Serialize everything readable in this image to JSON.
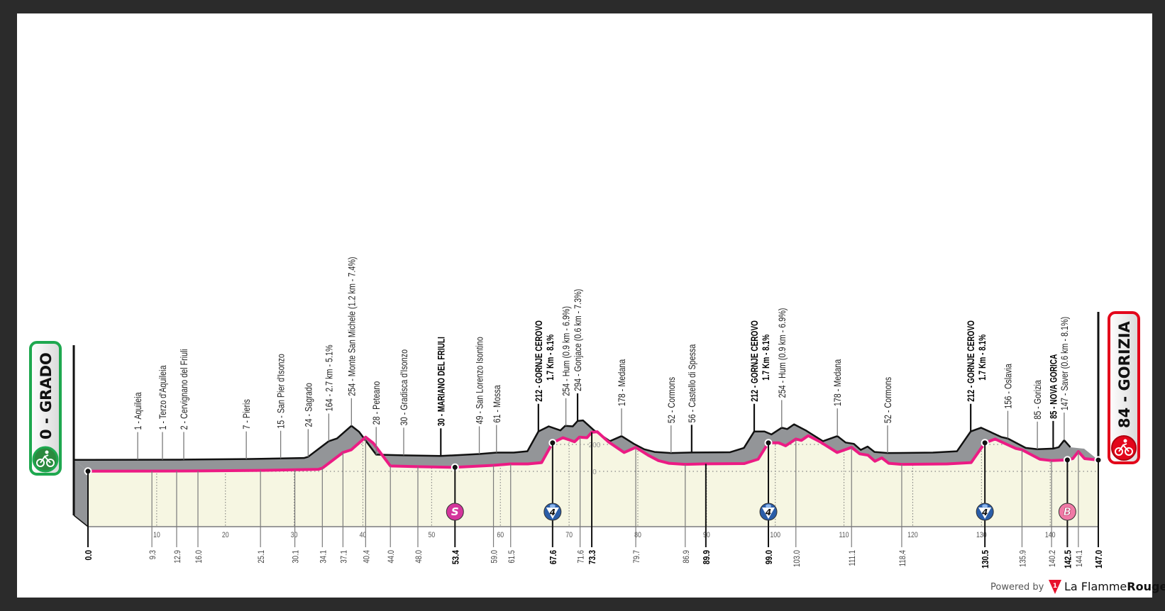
{
  "chart_data": {
    "type": "area",
    "x_unit": "km",
    "y_unit": "m",
    "xlim": [
      0,
      147
    ],
    "x_ticks": [
      10,
      20,
      30,
      40,
      50,
      60,
      70,
      80,
      90,
      100,
      110,
      120,
      130,
      140
    ],
    "y_ticks": [
      0,
      200
    ],
    "profile": [
      [
        0,
        1
      ],
      [
        9.3,
        2
      ],
      [
        16,
        3
      ],
      [
        25.1,
        7
      ],
      [
        30.1,
        12
      ],
      [
        33.5,
        15
      ],
      [
        34.1,
        24
      ],
      [
        37.1,
        140
      ],
      [
        38.3,
        160
      ],
      [
        40.4,
        254
      ],
      [
        41.5,
        210
      ],
      [
        44,
        40
      ],
      [
        48,
        35
      ],
      [
        53.4,
        30
      ],
      [
        59,
        45
      ],
      [
        61.5,
        55
      ],
      [
        64,
        55
      ],
      [
        66,
        65
      ],
      [
        67.6,
        212
      ],
      [
        69.1,
        250
      ],
      [
        70.8,
        220
      ],
      [
        71.5,
        254
      ],
      [
        72.6,
        250
      ],
      [
        73.3,
        290
      ],
      [
        74.1,
        294
      ],
      [
        75.7,
        220
      ],
      [
        78,
        140
      ],
      [
        79.7,
        178
      ],
      [
        81.5,
        120
      ],
      [
        83,
        80
      ],
      [
        84.5,
        60
      ],
      [
        86.9,
        52
      ],
      [
        89.9,
        56
      ],
      [
        95.5,
        58
      ],
      [
        97.5,
        90
      ],
      [
        99,
        212
      ],
      [
        100.5,
        212
      ],
      [
        101.5,
        190
      ],
      [
        103,
        240
      ],
      [
        103.8,
        230
      ],
      [
        104.8,
        265
      ],
      [
        106.5,
        220
      ],
      [
        109,
        140
      ],
      [
        111.1,
        178
      ],
      [
        112.3,
        130
      ],
      [
        113.5,
        120
      ],
      [
        114.5,
        75
      ],
      [
        115.5,
        100
      ],
      [
        116.5,
        60
      ],
      [
        118.4,
        52
      ],
      [
        125,
        55
      ],
      [
        128.5,
        65
      ],
      [
        130.5,
        212
      ],
      [
        132,
        240
      ],
      [
        135,
        170
      ],
      [
        135.9,
        160
      ],
      [
        138.5,
        90
      ],
      [
        140.2,
        80
      ],
      [
        142.5,
        85
      ],
      [
        143.3,
        95
      ],
      [
        144.1,
        147
      ],
      [
        145,
        95
      ],
      [
        147,
        84
      ]
    ],
    "waypoints": [
      {
        "km": 9.3,
        "lines": [
          "1 - Aquileia"
        ],
        "bold": false,
        "major": false
      },
      {
        "km": 12.9,
        "lines": [
          "1 - Terzo d'Aquileia"
        ],
        "bold": false,
        "major": false
      },
      {
        "km": 16.0,
        "lines": [
          "2 - Cervignano del Friuli"
        ],
        "bold": false,
        "major": false
      },
      {
        "km": 25.1,
        "lines": [
          "7 - Pieris"
        ],
        "bold": false,
        "major": false
      },
      {
        "km": 30.1,
        "lines": [
          "15 - San Pier d'Isonzo"
        ],
        "bold": false,
        "major": false
      },
      {
        "km": 34.1,
        "lines": [
          "24 - Sagrado"
        ],
        "bold": false,
        "major": false
      },
      {
        "km": 37.1,
        "lines": [
          "164 - 2.7 km - 5.1%"
        ],
        "bold": false,
        "major": false
      },
      {
        "km": 40.4,
        "lines": [
          "254 - Monte San Michele (1.2 km - 7.4%)"
        ],
        "bold": false,
        "major": false
      },
      {
        "km": 44.0,
        "lines": [
          "28 - Peteano"
        ],
        "bold": false,
        "major": false
      },
      {
        "km": 48.0,
        "lines": [
          "30 - Gradisca d'Isonzo"
        ],
        "bold": false,
        "major": false
      },
      {
        "km": 53.4,
        "lines": [
          "30 - MARIANO DEL FRIULI"
        ],
        "bold": true,
        "major": true
      },
      {
        "km": 59.0,
        "lines": [
          "49 - San Lorenzo Isontino"
        ],
        "bold": false,
        "major": false
      },
      {
        "km": 61.5,
        "lines": [
          "61 - Mossa"
        ],
        "bold": false,
        "major": false
      },
      {
        "km": 67.6,
        "lines": [
          "212 - GORNJE CEROVO",
          "1.7 Km - 8.1%"
        ],
        "bold": true,
        "major": true
      },
      {
        "km": 71.6,
        "lines": [
          "254 - Hum (0.9 km - 6.9%)"
        ],
        "bold": false,
        "major": false
      },
      {
        "km": 73.3,
        "lines": [
          "294 - Gonjace (0.6 km - 7.3%)"
        ],
        "bold": false,
        "major": true
      },
      {
        "km": 79.7,
        "lines": [
          "178 - Medana"
        ],
        "bold": false,
        "major": false
      },
      {
        "km": 86.9,
        "lines": [
          "52 - Cormons"
        ],
        "bold": false,
        "major": false
      },
      {
        "km": 89.9,
        "lines": [
          "56 - Castello di Spessa"
        ],
        "bold": false,
        "major": true
      },
      {
        "km": 99.0,
        "lines": [
          "212 - GORNJE CEROVO",
          "1.7 Km - 8.1%"
        ],
        "bold": true,
        "major": true
      },
      {
        "km": 103.0,
        "lines": [
          "254 - Hum (0.9 km - 6.9%)"
        ],
        "bold": false,
        "major": false
      },
      {
        "km": 111.1,
        "lines": [
          "178 - Medana"
        ],
        "bold": false,
        "major": false
      },
      {
        "km": 118.4,
        "lines": [
          "52 - Cormons"
        ],
        "bold": false,
        "major": false
      },
      {
        "km": 130.5,
        "lines": [
          "212 - GORNJE CEROVO",
          "1.7 Km - 8.1%"
        ],
        "bold": true,
        "major": true
      },
      {
        "km": 135.9,
        "lines": [
          "156 - Oslavia"
        ],
        "bold": false,
        "major": false
      },
      {
        "km": 140.2,
        "lines": [
          "85 - Gorizia"
        ],
        "bold": false,
        "major": false
      },
      {
        "km": 142.5,
        "lines": [
          "85 - NOVA GORICA"
        ],
        "bold": true,
        "major": true
      },
      {
        "km": 144.1,
        "lines": [
          "147 - Saver (0.6 km - 8.1%)"
        ],
        "bold": false,
        "major": false
      }
    ],
    "km_markers": [
      {
        "km": 0,
        "label": "0.0",
        "bold": true
      },
      {
        "km": 9.3,
        "label": "9.3",
        "bold": false
      },
      {
        "km": 12.9,
        "label": "12.9",
        "bold": false
      },
      {
        "km": 16.0,
        "label": "16.0",
        "bold": false
      },
      {
        "km": 25.1,
        "label": "25.1",
        "bold": false
      },
      {
        "km": 30.1,
        "label": "30.1",
        "bold": false
      },
      {
        "km": 34.1,
        "label": "34.1",
        "bold": false
      },
      {
        "km": 37.1,
        "label": "37.1",
        "bold": false
      },
      {
        "km": 40.4,
        "label": "40.4",
        "bold": false
      },
      {
        "km": 44.0,
        "label": "44.0",
        "bold": false
      },
      {
        "km": 48.0,
        "label": "48.0",
        "bold": false
      },
      {
        "km": 53.4,
        "label": "53.4",
        "bold": true
      },
      {
        "km": 59.0,
        "label": "59.0",
        "bold": false
      },
      {
        "km": 61.5,
        "label": "61.5",
        "bold": false
      },
      {
        "km": 67.6,
        "label": "67.6",
        "bold": true
      },
      {
        "km": 71.6,
        "label": "71.6",
        "bold": false
      },
      {
        "km": 73.3,
        "label": "73.3",
        "bold": true
      },
      {
        "km": 79.7,
        "label": "79.7",
        "bold": false
      },
      {
        "km": 86.9,
        "label": "86.9",
        "bold": false
      },
      {
        "km": 89.9,
        "label": "89.9",
        "bold": true
      },
      {
        "km": 99.0,
        "label": "99.0",
        "bold": true
      },
      {
        "km": 103.0,
        "label": "103.0",
        "bold": false
      },
      {
        "km": 111.1,
        "label": "111.1",
        "bold": false
      },
      {
        "km": 118.4,
        "label": "118.4",
        "bold": false
      },
      {
        "km": 130.5,
        "label": "130.5",
        "bold": true
      },
      {
        "km": 135.9,
        "label": "135.9",
        "bold": false
      },
      {
        "km": 140.2,
        "label": "140.2",
        "bold": false
      },
      {
        "km": 142.5,
        "label": "142.5",
        "bold": true
      },
      {
        "km": 144.1,
        "label": "144.1",
        "bold": false
      },
      {
        "km": 147.0,
        "label": "147.0",
        "bold": true
      }
    ],
    "dots": [
      0,
      53.4,
      67.6,
      99.0,
      130.5,
      142.5,
      147.0
    ],
    "markers": [
      {
        "km": 53.4,
        "type": "sprint",
        "label": "S",
        "color": "#d4359c"
      },
      {
        "km": 67.6,
        "type": "climb-cat4",
        "label": "4",
        "color": "#2a5da8"
      },
      {
        "km": 99.0,
        "type": "climb-cat4",
        "label": "4",
        "color": "#2a5da8"
      },
      {
        "km": 130.5,
        "type": "climb-cat4",
        "label": "4",
        "color": "#2a5da8"
      },
      {
        "km": 142.5,
        "type": "bonus",
        "label": "B",
        "color": "#f07aa6"
      }
    ],
    "colors": {
      "route": "#ec1b84",
      "side": "#939598",
      "front": "#f6f6e2",
      "outline": "#111111"
    }
  },
  "start": {
    "label": "0 - GRADO",
    "color": "#1ea84f",
    "icon": "cyclist-icon"
  },
  "finish": {
    "label": "84 - GORIZIA",
    "color": "#e3061b",
    "icon": "cyclist-icon"
  },
  "footer": {
    "powered_by": "Powered by",
    "brand_mark": "1",
    "brand_a": "La Flamme",
    "brand_b": "Rouge"
  }
}
